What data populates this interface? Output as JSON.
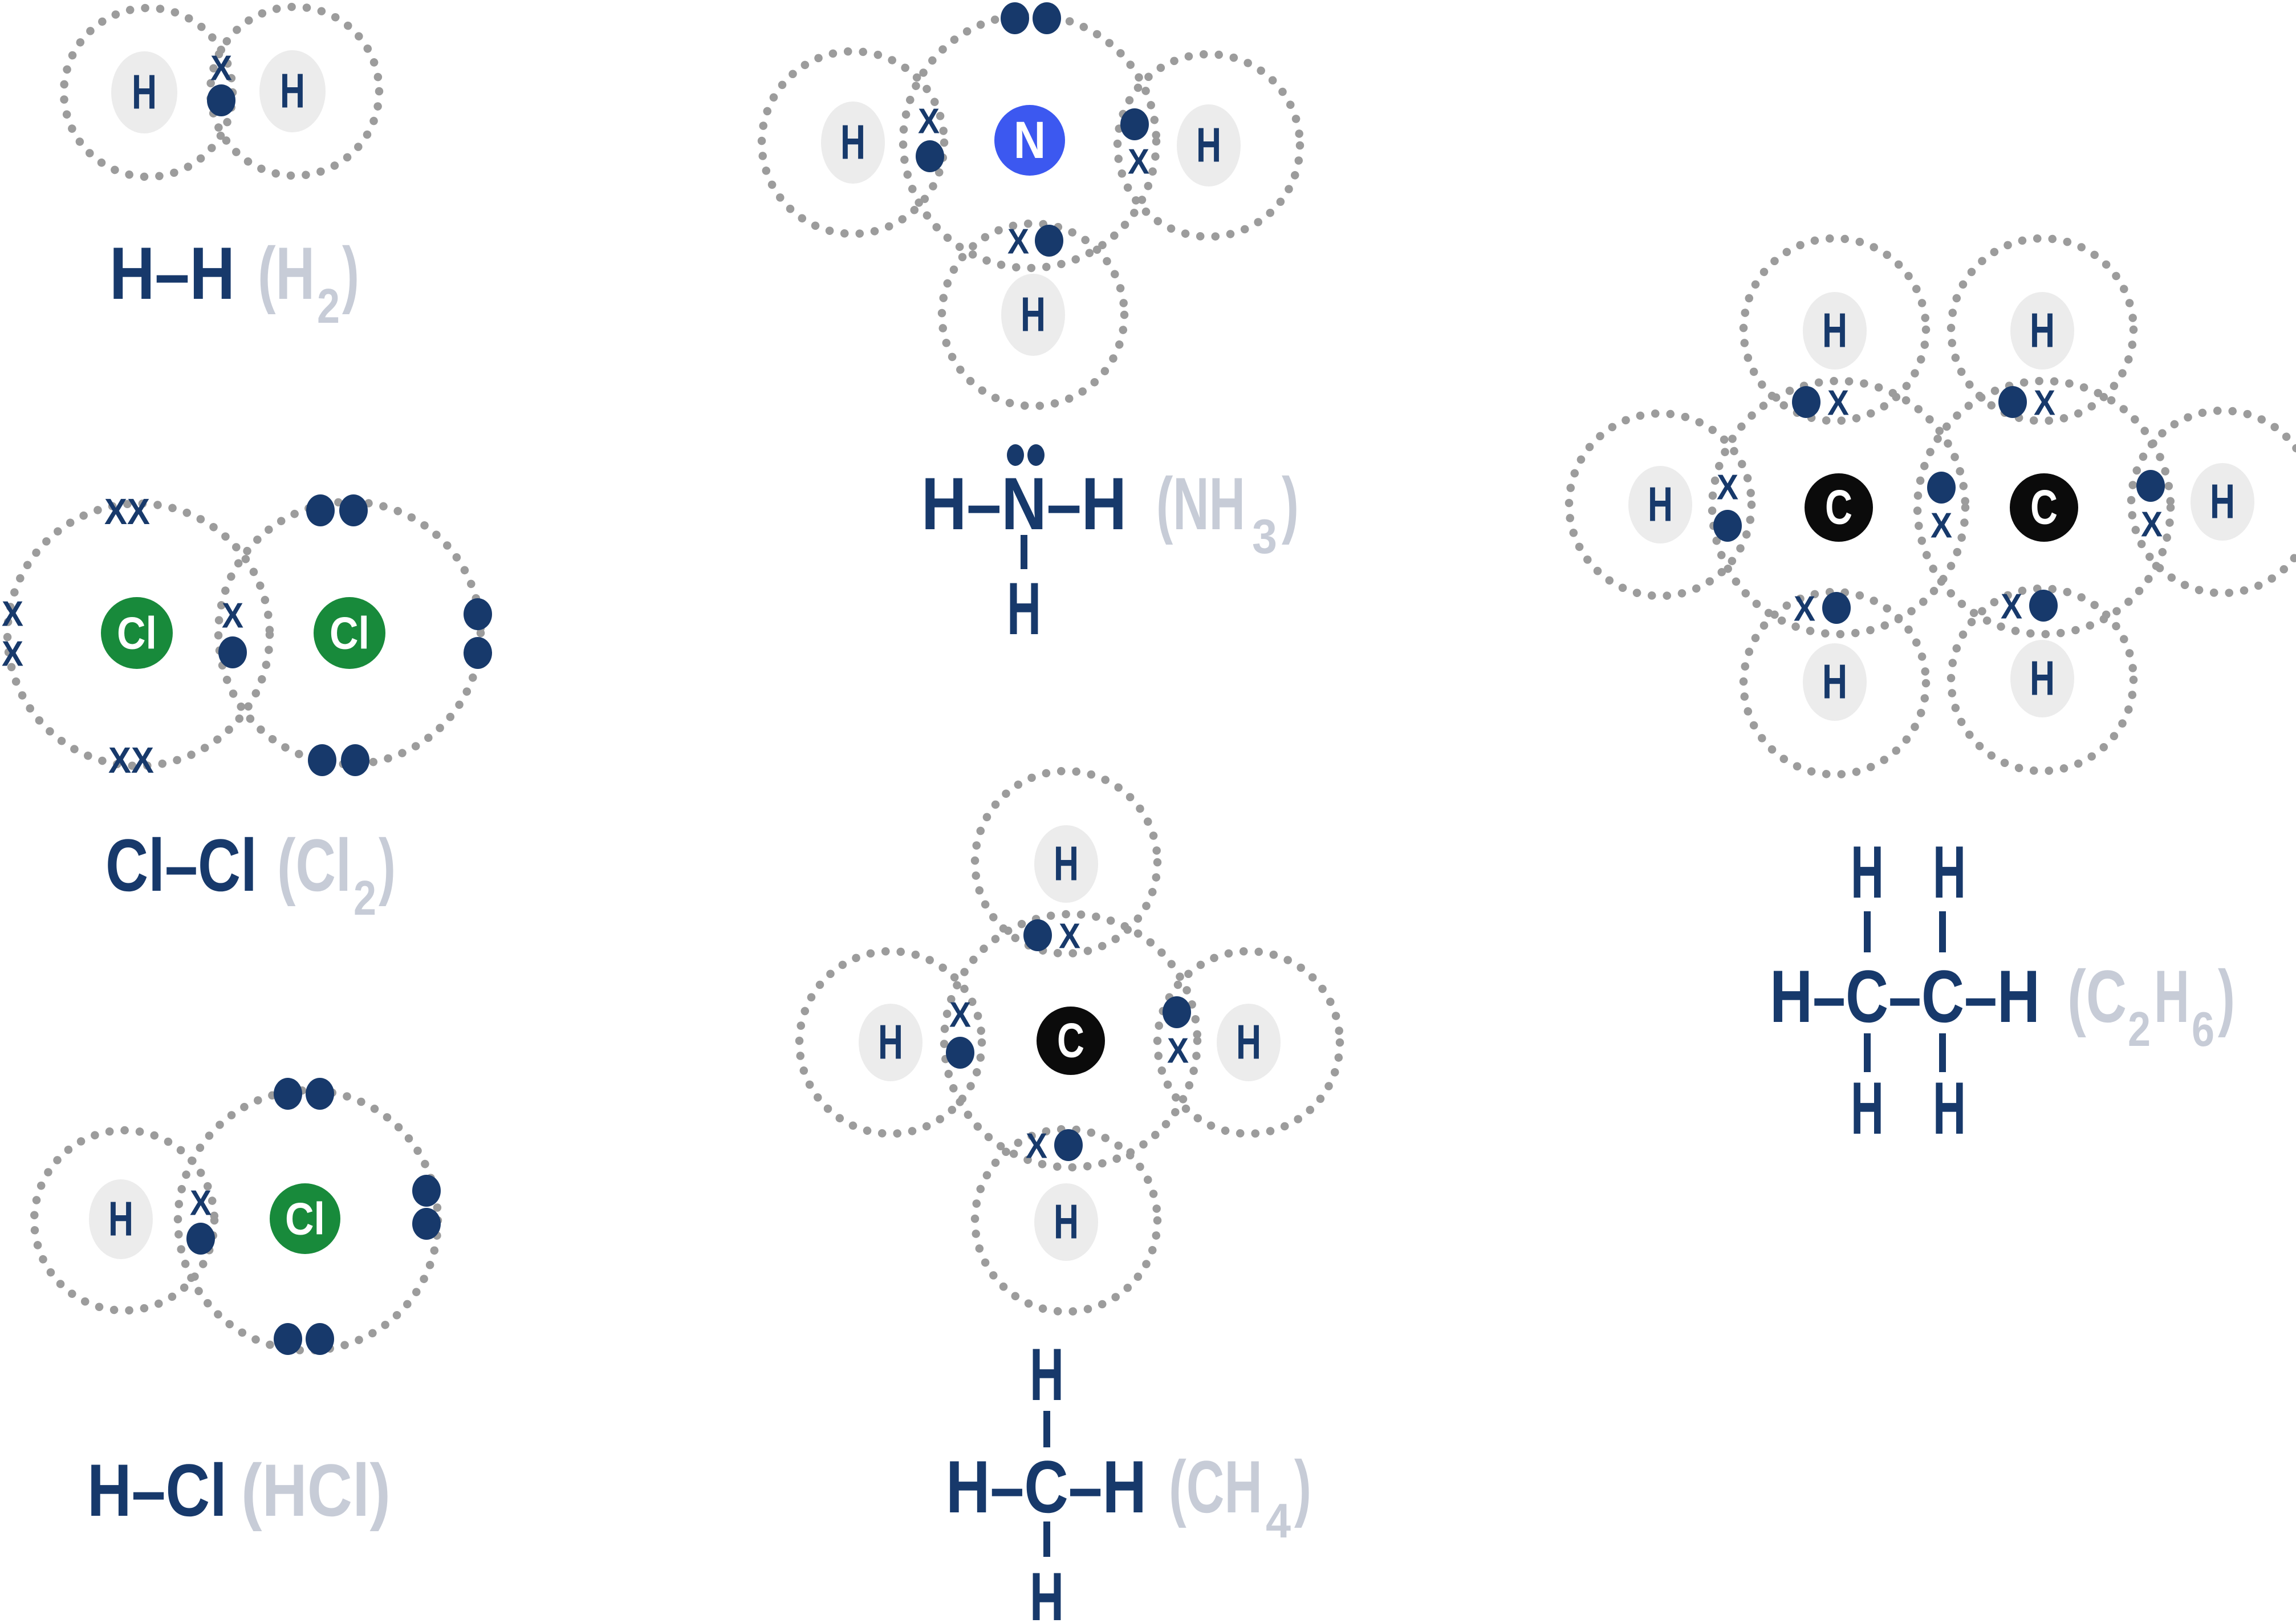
{
  "molecules": {
    "h2": {
      "structure": "H–H",
      "formula_open": "(H",
      "formula_sub": "2",
      "formula_close": ")"
    },
    "cl2": {
      "structure": "Cl–Cl",
      "formula_open": "(Cl",
      "formula_sub": "2",
      "formula_close": ")"
    },
    "hcl": {
      "structure": "H–Cl",
      "formula": "(HCl)"
    },
    "nh3": {
      "structure": "H–N–H",
      "bottom_h": "H",
      "formula_open": "(NH",
      "formula_sub": "3",
      "formula_close": ")"
    },
    "ch4": {
      "structure": "H–C–H",
      "top_h": "H",
      "bottom_h": "H",
      "formula_open": "(CH",
      "formula_sub": "4",
      "formula_close": ")"
    },
    "c2h6": {
      "structure": "H–C–C–H",
      "top_h1": "H",
      "top_h2": "H",
      "bottom_h1": "H",
      "bottom_h2": "H",
      "formula_open": "(C",
      "formula_sub1": "2",
      "formula_mid": "H",
      "formula_sub2": "6",
      "formula_close": ")"
    }
  },
  "atoms": {
    "hydrogen": "H",
    "chlorine": "Cl",
    "nitrogen": "N",
    "carbon": "C"
  },
  "marks": {
    "cross": "X",
    "double_cross": "XX"
  },
  "colors": {
    "electron_navy": "#17396B",
    "shell_gray": "#9C9C9C",
    "hydrogen_gray": "#ECECEC",
    "chlorine_green": "#188A3B",
    "nitrogen_blue": "#3C58F0",
    "carbon_black": "#0B0B0B",
    "formula_gray": "#C7CCD7",
    "background": "#FFFFFF"
  }
}
